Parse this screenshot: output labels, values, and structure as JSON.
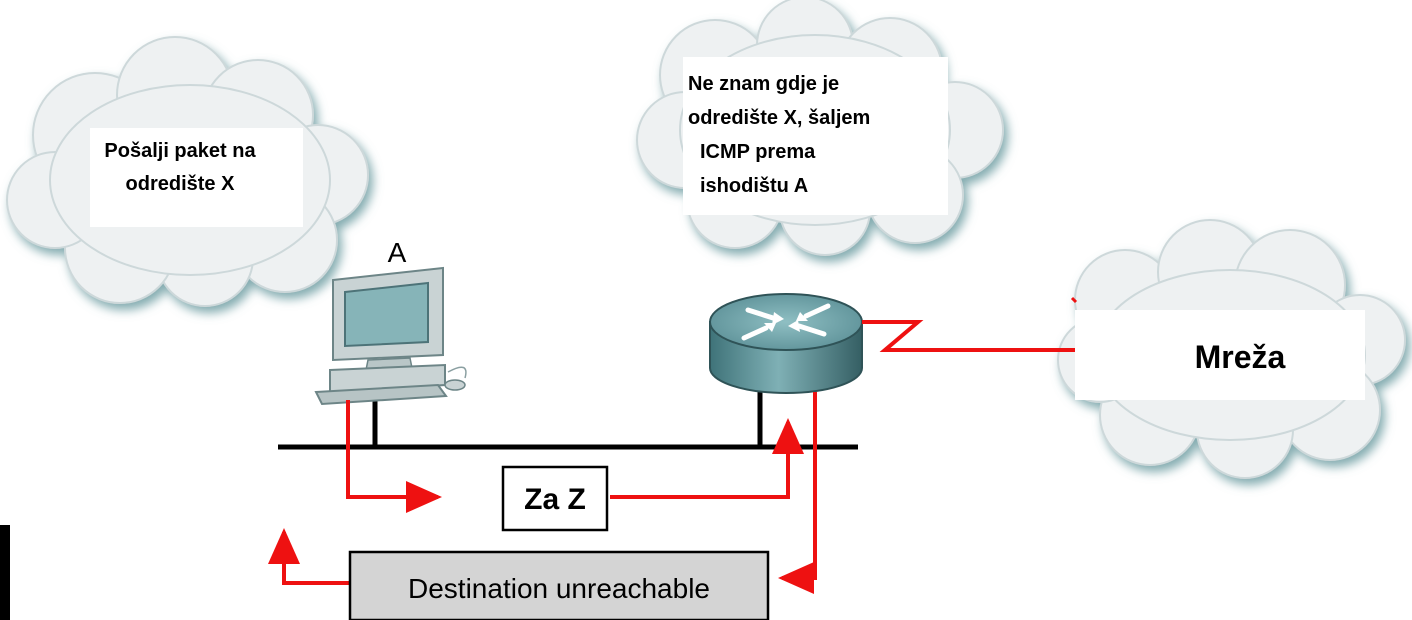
{
  "clouds": {
    "left_line1": "Pošalji paket na",
    "left_line2": "odredište X",
    "top_line1": "Ne znam gdje je",
    "top_line2": "odredište X, šaljem",
    "top_line3": "ICMP prema",
    "top_line4": "ishodištu A",
    "right_label": "Mreža"
  },
  "host_label": "A",
  "packet_label": "Za Z",
  "icmp_label": "Destination unreachable",
  "colors": {
    "arrow": "#ee1111",
    "cloud_fill": "#eef1f2",
    "cloud_shadow": "#8fb0b4",
    "router": "#5b8f96",
    "computer": "#c9d3d4",
    "screen": "#86b4b8",
    "icmp_box": "#d4d4d4"
  },
  "icons": [
    "cloud-icon",
    "computer-icon",
    "router-icon",
    "serial-link-icon"
  ]
}
